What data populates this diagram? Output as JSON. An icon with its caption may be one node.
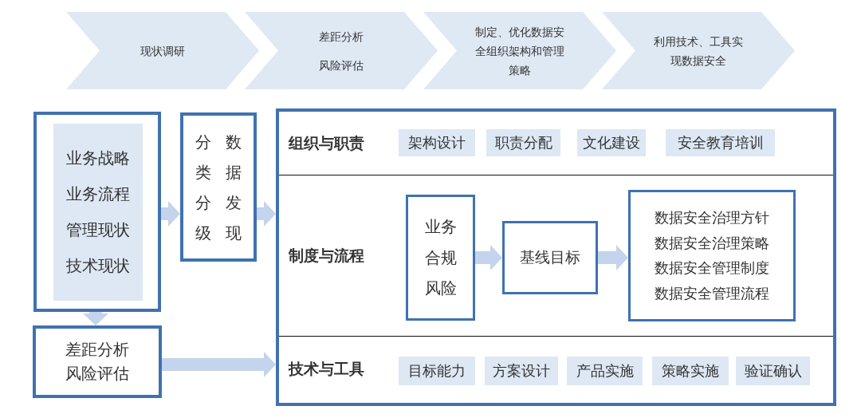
{
  "diagram": {
    "nodes": [
      {
        "text": [
          "现状调研"
        ]
      },
      {
        "text": [
          "差距分析",
          "风险评估"
        ]
      },
      {
        "text": [
          "制定、优化数据安全组织架构和管理策略"
        ]
      },
      {
        "text": [
          "利用技术、工具实现数据安全"
        ]
      },
      {
        "text": [],
        "shape": "box"
      },
      {
        "text": [
          "业务战略",
          "业务流程",
          "管理现状",
          "技术现状"
        ],
        "in": 4
      },
      {
        "text": [
          "分类分级",
          "数据发现"
        ]
      },
      {
        "text": [
          "差距分析",
          "风险评估"
        ]
      },
      {
        "text": [],
        "shape": "box"
      },
      {
        "text": [
          "组织与职责"
        ],
        "in": 8
      },
      {
        "text": [
          "架构设计"
        ],
        "in": 9
      },
      {
        "text": [
          "职责分配"
        ],
        "in": 9
      },
      {
        "text": [
          "文化建设"
        ],
        "in": 9
      },
      {
        "text": [
          "安全教育培训"
        ],
        "in": 9
      },
      {
        "text": [
          "制度与流程"
        ],
        "in": 8
      },
      {
        "text": [
          "业务",
          "合规",
          "风险"
        ],
        "in": 14
      },
      {
        "text": [
          "基线目标"
        ],
        "in": 14
      },
      {
        "text": [
          "数据安全治理方针",
          "数据安全治理策略",
          "数据安全管理制度",
          "数据安全管理流程"
        ],
        "in": 14
      },
      {
        "text": [
          "技术与工具"
        ],
        "in": 8
      },
      {
        "text": [
          "目标能力"
        ],
        "in": 18
      },
      {
        "text": [
          "方案设计"
        ],
        "in": 18
      },
      {
        "text": [
          "产品实施"
        ],
        "in": 18
      },
      {
        "text": [
          "策略实施"
        ],
        "in": 18
      },
      {
        "text": [
          "验证确认"
        ],
        "in": 18
      }
    ],
    "edges": [
      {
        "from": 4,
        "to": 6,
        "arrow": "to"
      },
      {
        "from": 4,
        "to": 7,
        "arrow": "to"
      },
      {
        "from": 6,
        "to": 8,
        "arrow": "to"
      },
      {
        "from": 7,
        "to": 8,
        "arrow": "to"
      },
      {
        "from": 15,
        "to": 16,
        "arrow": "to"
      },
      {
        "from": 16,
        "to": 17,
        "arrow": "to"
      }
    ]
  }
}
